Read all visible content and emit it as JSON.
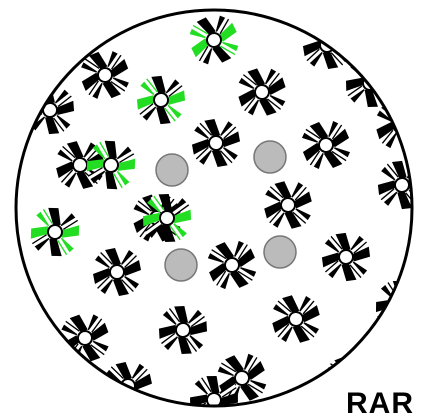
{
  "figure": {
    "caption": "RAR"
  },
  "colors": {
    "background": "#ffffff",
    "outline": "#000000",
    "highlight": "#22dd22",
    "solid_disc": "#bbbbbb",
    "solid_disc_stroke": "#777777"
  },
  "symbols": [
    {
      "id": 1,
      "highlighted": true
    },
    {
      "id": 2,
      "highlighted": false
    },
    {
      "id": 3,
      "highlighted": false
    },
    {
      "id": 4,
      "highlighted": true
    },
    {
      "id": 5,
      "highlighted": false
    },
    {
      "id": 6,
      "highlighted": false
    },
    {
      "id": 7,
      "highlighted": false
    },
    {
      "id": 8,
      "highlighted": true
    },
    {
      "id": 9,
      "highlighted": false
    },
    {
      "id": 10,
      "highlighted": false
    },
    {
      "id": 11,
      "highlighted": false
    },
    {
      "id": 12,
      "highlighted": false
    },
    {
      "id": 13,
      "highlighted": true
    },
    {
      "id": 14,
      "highlighted": false
    },
    {
      "id": 15,
      "highlighted": true
    },
    {
      "id": 16,
      "highlighted": false
    },
    {
      "id": 17,
      "highlighted": false
    },
    {
      "id": 18,
      "highlighted": false
    },
    {
      "id": 19,
      "highlighted": false
    },
    {
      "id": 20,
      "highlighted": false
    },
    {
      "id": 21,
      "highlighted": false
    },
    {
      "id": 22,
      "highlighted": false
    },
    {
      "id": 23,
      "highlighted": false
    },
    {
      "id": 24,
      "highlighted": false
    },
    {
      "id": 25,
      "highlighted": false
    },
    {
      "id": 26,
      "highlighted": false
    },
    {
      "id": 27,
      "highlighted": false
    },
    {
      "id": 28,
      "highlighted": false
    },
    {
      "id": 29,
      "highlighted": false
    }
  ],
  "solid_discs": [
    {
      "id": 1
    },
    {
      "id": 2
    },
    {
      "id": 3
    },
    {
      "id": 4
    }
  ]
}
